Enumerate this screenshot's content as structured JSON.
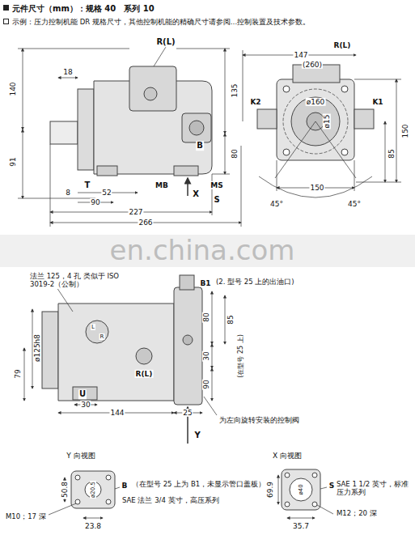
{
  "diagram": {
    "title": "元件尺寸（mm）：规格 40　系列 10",
    "labels": [
      "示例：压力控制机能 DR 规格尺寸，其他控制机能的精确尺寸请参阅…控制装置及技术参数。",
      "R(L)",
      "18",
      "140",
      "91",
      "135",
      "80",
      "B",
      "T",
      "MB",
      "MS",
      "X",
      "S",
      "8",
      "52",
      "90",
      "227",
      "266",
      "147",
      "(260)",
      "R(L)",
      "K2",
      "K1",
      "ø160",
      "ø15",
      "150",
      "85",
      "150",
      "45°",
      "45°",
      "en.china.com",
      "法兰 125，4 孔 类似于 ISO 3019-2（公制）",
      "B1",
      "(2. 型号 25 上的出油口)",
      "80",
      "85",
      "(在型号 25 上)",
      "30",
      "90",
      "ø125h8",
      "79",
      "L",
      "R",
      "R(L)",
      "U",
      "30",
      "144",
      "25",
      "为左向旋转安装的控制阀",
      "Y",
      "Y 向视图",
      "50.8",
      "ø20.5",
      "B",
      "（在型号 25 上为 B1，未显示管口盖板）",
      "SAE 法兰 3/4 英寸，高压系列",
      "M10；17 深",
      "23.8",
      "X 向视图",
      "69.9",
      "ø40",
      "S",
      "SAE 1 1/2 英寸，标准压力系列",
      "M12；20 深",
      "35.7"
    ]
  }
}
